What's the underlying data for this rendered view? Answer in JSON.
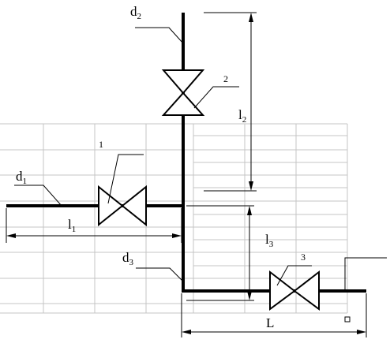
{
  "labels": {
    "d1": "d",
    "d1_sub": "1",
    "d2": "d",
    "d2_sub": "2",
    "d3": "d",
    "d3_sub": "3",
    "l1": "l",
    "l1_sub": "1",
    "l2": "l",
    "l2_sub": "2",
    "l3": "l",
    "l3_sub": "3",
    "L": "L"
  },
  "valves": {
    "v1": "1",
    "v2": "2",
    "v3": "3"
  },
  "colors": {
    "line": "#000000",
    "grid": "#c4c4c4",
    "background": "#ffffff"
  }
}
